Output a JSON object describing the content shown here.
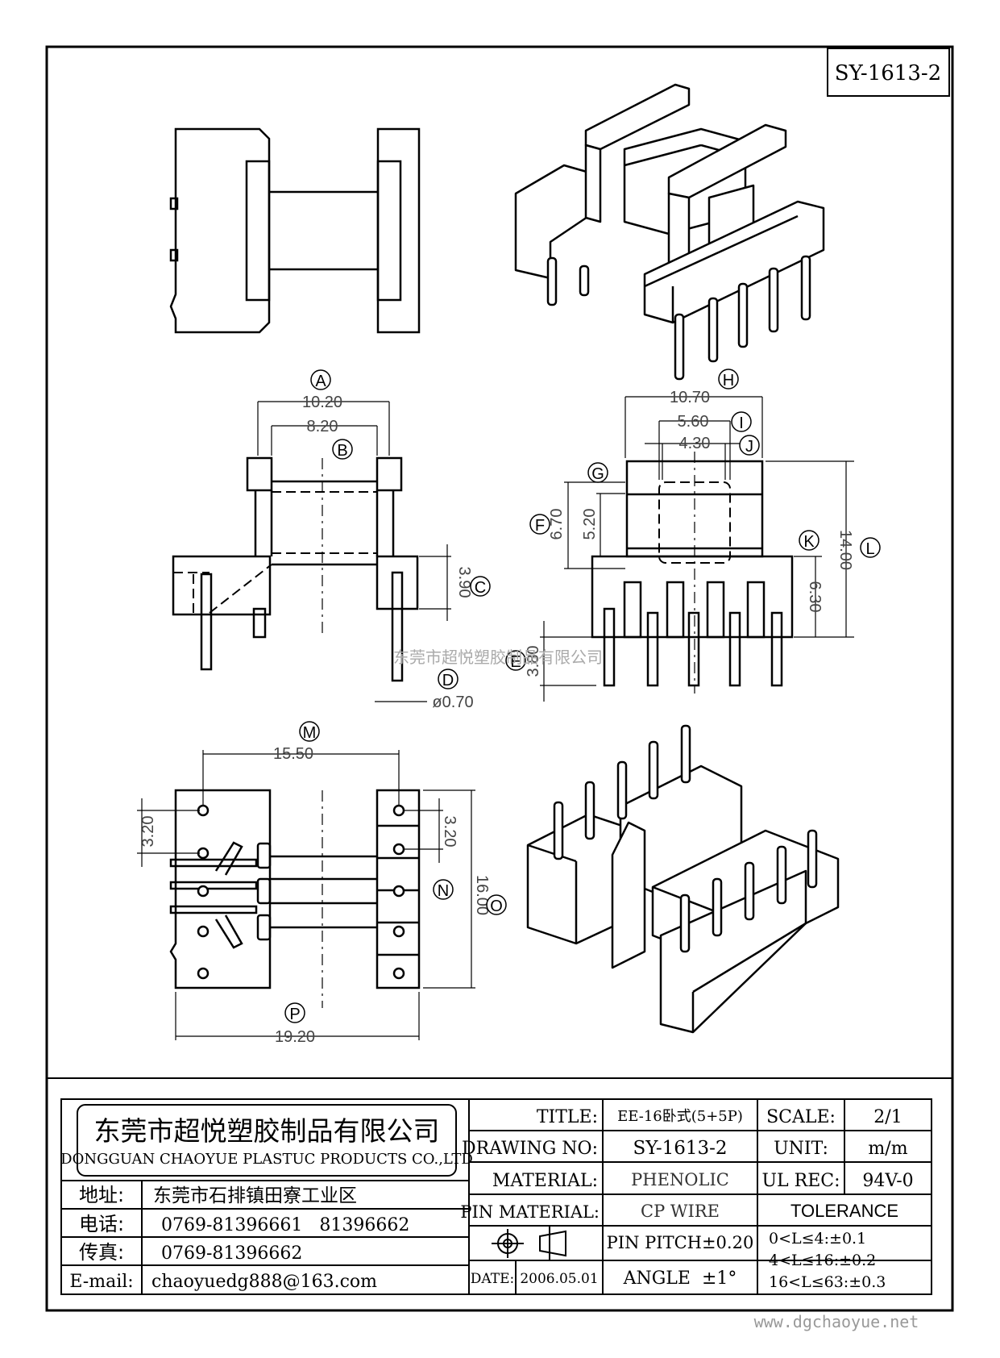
{
  "drawing_no_box": "SY-1613-2",
  "watermark_center": "东莞市超悦塑胶制品有限公司",
  "watermark_footer": "www.dgchaoyue.net",
  "dims": {
    "A": "A",
    "A_val": "10.20",
    "B": "B",
    "B_val": "8.20",
    "C": "C",
    "C_val": "3.90",
    "D": "D",
    "D_val": "ø0.70",
    "E": "E",
    "E_val": "3.80",
    "F": "F",
    "F_val": "6.70",
    "G": "G",
    "G_val": "5.20",
    "H": "H",
    "H_val": "10.70",
    "I": "I",
    "I_val": "5.60",
    "J": "J",
    "J_val": "4.30",
    "K": "K",
    "K_val": "6.30",
    "L": "L",
    "L_val": "14.00",
    "M": "M",
    "M_val": "15.50",
    "N": "N",
    "N_val": "3.20",
    "O": "O",
    "O_val": "16.00",
    "P": "P",
    "P_val": "19.20",
    "left_pitch_val": "3.20"
  },
  "title_block": {
    "company_cn": "东莞市超悦塑胶制品有限公司",
    "company_en": "DONGGUAN CHAOYUE PLASTUC PRODUCTS CO.,LTD",
    "address_label": "地址:",
    "address": "东莞市石排镇田寮工业区",
    "phone_label": "电话:",
    "phone": "0769-81396661   81396662",
    "fax_label": "传真:",
    "fax": "0769-81396662",
    "email_label": "E-mail:",
    "email": "chaoyuedg888@163.com",
    "title_label": "TITLE:",
    "title": "EE-16卧式(5+5P)",
    "drawing_no_label": "DRAWING NO:",
    "drawing_no": "SY-1613-2",
    "material_label": "MATERIAL:",
    "material": "PHENOLIC",
    "pin_material_label": "PIN MATERIAL:",
    "pin_material": "CP WIRE",
    "date_label": "DATE:",
    "date": "2006.05.01",
    "pin_pitch": "PIN PITCH±0.20",
    "angle": "ANGLE  ±1°",
    "scale_label": "SCALE:",
    "scale": "2/1",
    "unit_label": "UNIT:",
    "unit": "m/m",
    "ul_rec_label": "UL REC:",
    "ul_rec": "94V-0",
    "tolerance_label": "TOLERANCE",
    "tol1": "0<L≤4:±0.1",
    "tol2": "4<L≤16:±0.2",
    "tol3": "16<L≤63:±0.3"
  }
}
